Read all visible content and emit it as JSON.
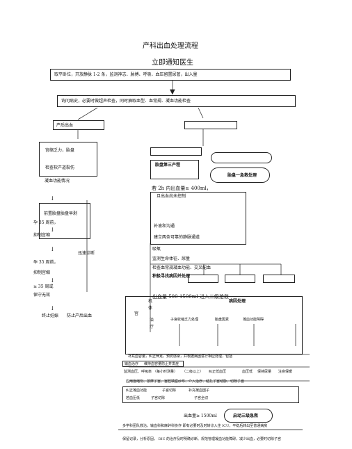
{
  "header": {
    "title": "产科出血处理流程",
    "subtitle": "立即通知医生"
  },
  "steps": {
    "step1": "取平卧位，开放静脉 1-2 条，监测神志、脉搏、呼吸、血压留置尿管，出入量",
    "step2": "询问病史，必要时做超声检查，同时抽取血型、血常规、凝血功能检查",
    "left_box": "产后出血",
    "right_top_box": ""
  },
  "left_column": {
    "item1": "宫缩乏力，胎盘",
    "item2": "检查软产道裂伤",
    "item3": "凝血功能情况",
    "item4": "前置胎盘胎盘早剥",
    "item5_a": "孕 35 周前，",
    "item5_b": "抑制宫缩",
    "item6_a": "孕 35 周前，",
    "item6_b": "抑制宫缩",
    "item7_a": "≥ 35 周或",
    "item7_b": "保守无效",
    "item8": "终止妊娠",
    "item9": "防止产后出血",
    "side_label": "迅速诊断",
    "arrow": "↓"
  },
  "right_column": {
    "item1": "胎盘第三产程",
    "pill1": "",
    "pill2": "",
    "pill2_label": "胎盘一急救处理",
    "item2": "若 2h 内出血量≥ 400ml，",
    "item3": "且出血尚未控制",
    "item4": "补液和沟通",
    "item5": "建立两条可靠的静脉通道",
    "item6": "吸氧",
    "item7": "监测生命体征、尿量",
    "item8": "检查血常规凝血功能、交叉配血",
    "item9": "积极寻找病因并处理",
    "item10": "出血量 500-1500ml 进入二级抢救",
    "cause_label": "病因处理",
    "body_label_a": "机",
    "body_label_b": "体",
    "treat_a": "宫",
    "treat_b": "治",
    "treat_c": "疗",
    "c1": "子宫收缩乏力处理",
    "c2": "胎盘因素",
    "c3": "凝血功能障碍"
  },
  "bottom": {
    "line1": "补充血容量，纠正休克，预防感染，并根据病因进行相应处理，包括",
    "line2": "输血治疗",
    "line2_box": "维持血容量防止并发症",
    "line3_a": "监测血压、呼吸率",
    "line3_b": "（每小时测量）",
    "line3_c": "（二级以上）",
    "line3_d": "纠正低血压",
    "line3_e": "血压低",
    "line3_f": "保持尿量",
    "line3_g": "注意保暖",
    "line4": "应用宫缩剂、按摩子宫、宫腔填塞纱布、介入治疗、结扎子宫动脉、切除子宫",
    "line5_a": "纠正凝血功能",
    "line5_b": "子宫切除",
    "line5_c": "补充凝血因子",
    "line6_a": "若血压低",
    "line6_b": "子宫切除",
    "line6_c": "子宫全切",
    "line7": "出血量≥ 1500ml",
    "line7_b": "启动三级急救",
    "footer1": "多学科团队救治，输血科和麻醉科协作  即有必要时及时转诊入住 ICU，平稳后转出至普通病房",
    "footer2": "保留记录，分析原因，  DIC 的治疗及时明确诊断、规范管理凝血功能障碍，减少出血，必要时切除子宫"
  }
}
